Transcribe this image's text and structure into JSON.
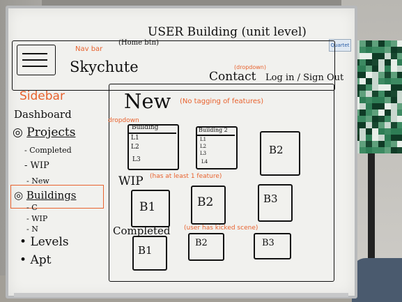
{
  "board": {
    "title": "USER Building (unit level)",
    "home_note": "(Home btn)",
    "navbar_note": "Nav bar",
    "logo_text": "Skychute",
    "nav": {
      "contact": "Contact",
      "contact_note": "(dropdown)",
      "login": "Log in / Sign Out"
    },
    "sidebar": {
      "heading": "Sidebar",
      "dashboard": "Dashboard",
      "projects": "Projects",
      "project_items": [
        "- Completed",
        "- WIP",
        "- New"
      ],
      "buildings": "Buildings",
      "building_items": [
        "- C",
        "- WIP",
        "- N"
      ],
      "levels": "Levels",
      "apt": "Apt"
    },
    "main": {
      "new_heading": "New",
      "new_note": "(No tagging of features)",
      "dropdown_note": "dropdown",
      "card1_title": "Building",
      "card1_rows": [
        "L1",
        "L2",
        "L3"
      ],
      "card2_title": "Building 2",
      "card2_rows": [
        "L1",
        "L2",
        "L3",
        "L4"
      ],
      "card3": "B2",
      "wip_heading": "WIP",
      "wip_note": "(has at least 1 feature)",
      "wip_cards": [
        "B1",
        "B2",
        "B3"
      ],
      "completed_heading": "Completed",
      "completed_note": "(user has kicked scene)",
      "completed_cards": [
        "B1",
        "B2",
        "B3"
      ]
    },
    "brand_badge": "Quartet"
  },
  "colors": {
    "ink": "#111111",
    "marker_orange": "#e8622e",
    "board": "#f1f1ee"
  }
}
